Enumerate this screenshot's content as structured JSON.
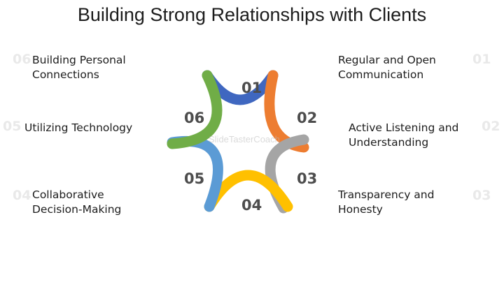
{
  "title": "Building Strong Relationships with Clients",
  "watermark": "SlideTasterCoach",
  "items": [
    {
      "number": "01",
      "label_lines": [
        "Regular and Open",
        "Communication"
      ],
      "color": "#3F67C0"
    },
    {
      "number": "02",
      "label_lines": [
        "Active Listening and",
        "Understanding"
      ],
      "color": "#ED7D31"
    },
    {
      "number": "03",
      "label_lines": [
        "Transparency and",
        "Honesty"
      ],
      "color": "#A5A5A5"
    },
    {
      "number": "04",
      "label_lines": [
        "Collaborative",
        "Decision-Making"
      ],
      "color": "#FFC000"
    },
    {
      "number": "05",
      "label_lines": [
        "Utilizing Technology"
      ],
      "color": "#5B9BD5"
    },
    {
      "number": "06",
      "label_lines": [
        "Building Personal",
        "Connections"
      ],
      "color": "#70AD47"
    }
  ]
}
